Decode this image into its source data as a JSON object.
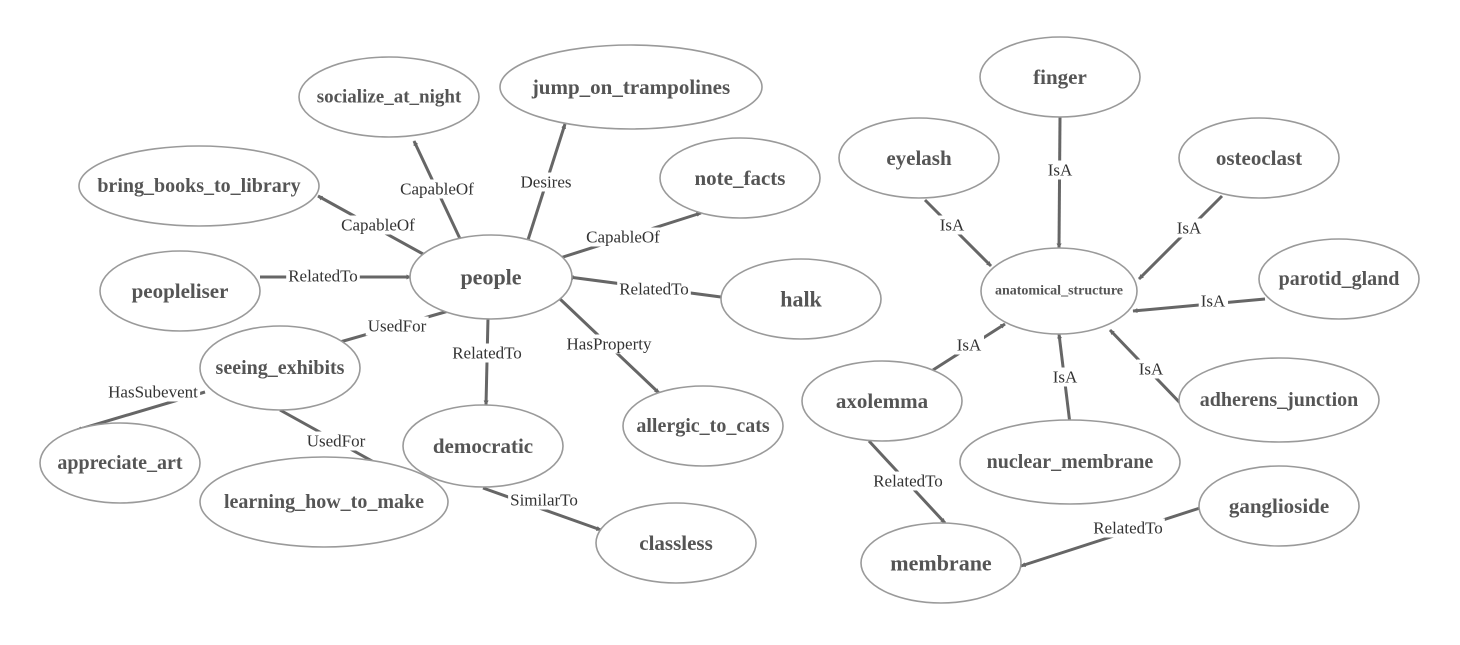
{
  "graph": {
    "nodes": [
      {
        "id": "people",
        "label": "people"
      },
      {
        "id": "socialize_at_night",
        "label": "socialize_at_night"
      },
      {
        "id": "jump_on_trampolines",
        "label": "jump_on_trampolines"
      },
      {
        "id": "bring_books_to_library",
        "label": "bring_books_to_library"
      },
      {
        "id": "note_facts",
        "label": "note_facts"
      },
      {
        "id": "peopleliser",
        "label": "peopleliser"
      },
      {
        "id": "halk",
        "label": "halk"
      },
      {
        "id": "seeing_exhibits",
        "label": "seeing_exhibits"
      },
      {
        "id": "democratic",
        "label": "democratic"
      },
      {
        "id": "allergic_to_cats",
        "label": "allergic_to_cats"
      },
      {
        "id": "appreciate_art",
        "label": "appreciate_art"
      },
      {
        "id": "learning_how_to_make",
        "label": "learning_how_to_make"
      },
      {
        "id": "classless",
        "label": "classless"
      },
      {
        "id": "finger",
        "label": "finger"
      },
      {
        "id": "eyelash",
        "label": "eyelash"
      },
      {
        "id": "osteoclast",
        "label": "osteoclast"
      },
      {
        "id": "anatomical_structure",
        "label": "anatomical_structure"
      },
      {
        "id": "parotid_gland",
        "label": "parotid_gland"
      },
      {
        "id": "axolemma",
        "label": "axolemma"
      },
      {
        "id": "adherens_junction",
        "label": "adherens_junction"
      },
      {
        "id": "nuclear_membrane",
        "label": "nuclear_membrane"
      },
      {
        "id": "ganglioside",
        "label": "ganglioside"
      },
      {
        "id": "membrane",
        "label": "membrane"
      }
    ],
    "edges": [
      {
        "from": "people",
        "to": "socialize_at_night",
        "label": "CapableOf"
      },
      {
        "from": "people",
        "to": "jump_on_trampolines",
        "label": "Desires"
      },
      {
        "from": "people",
        "to": "bring_books_to_library",
        "label": "CapableOf"
      },
      {
        "from": "people",
        "to": "note_facts",
        "label": "CapableOf"
      },
      {
        "from": "peopleliser",
        "to": "people",
        "label": "RelatedTo"
      },
      {
        "from": "halk",
        "to": "people",
        "label": "RelatedTo"
      },
      {
        "from": "seeing_exhibits",
        "to": "people",
        "label": "UsedFor"
      },
      {
        "from": "people",
        "to": "democratic",
        "label": "RelatedTo"
      },
      {
        "from": "people",
        "to": "allergic_to_cats",
        "label": "HasProperty"
      },
      {
        "from": "seeing_exhibits",
        "to": "appreciate_art",
        "label": "HasSubevent"
      },
      {
        "from": "seeing_exhibits",
        "to": "learning_how_to_make",
        "label": "UsedFor"
      },
      {
        "from": "democratic",
        "to": "classless",
        "label": "SimilarTo"
      },
      {
        "from": "finger",
        "to": "anatomical_structure",
        "label": "IsA"
      },
      {
        "from": "eyelash",
        "to": "anatomical_structure",
        "label": "IsA"
      },
      {
        "from": "osteoclast",
        "to": "anatomical_structure",
        "label": "IsA"
      },
      {
        "from": "parotid_gland",
        "to": "anatomical_structure",
        "label": "IsA"
      },
      {
        "from": "axolemma",
        "to": "anatomical_structure",
        "label": "IsA"
      },
      {
        "from": "nuclear_membrane",
        "to": "anatomical_structure",
        "label": "IsA"
      },
      {
        "from": "adherens_junction",
        "to": "anatomical_structure",
        "label": "IsA"
      },
      {
        "from": "axolemma",
        "to": "membrane",
        "label": "RelatedTo"
      },
      {
        "from": "ganglioside",
        "to": "membrane",
        "label": "RelatedTo"
      }
    ]
  }
}
